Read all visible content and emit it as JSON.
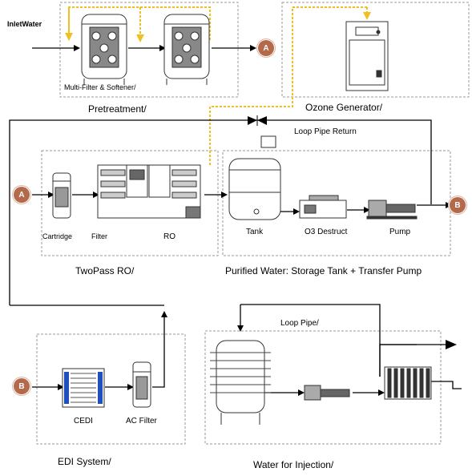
{
  "inlet_label": "InletWater",
  "pretreatment": {
    "caption": "Pretreatment/",
    "equipment_label": "Multi-Filter & Softener/"
  },
  "ozone": {
    "caption": "Ozone  Generator/"
  },
  "loop_return_label": "Loop Pipe Return",
  "two_pass_ro": {
    "caption": "TwoPass  RO/",
    "labels": {
      "cartridge": "Cartridge",
      "filter": "Filter",
      "ro": "RO"
    }
  },
  "purified_water": {
    "caption": "Purified Water: Storage Tank + Transfer Pump",
    "labels": {
      "tank": "Tank",
      "o3_destruct": "O3 Destruct",
      "pump": "Pump"
    }
  },
  "loop_pipe_label": "Loop Pipe/",
  "edi": {
    "caption": "EDI System/",
    "labels": {
      "cedi": "CEDI",
      "ac_filter": "AC Filter"
    }
  },
  "wfi": {
    "caption": "Water for Injection/"
  },
  "connectors": {
    "a": "A",
    "b": "B"
  },
  "colors": {
    "flow_line": "#000000",
    "ozone_line": "#f0c020",
    "section_border": "#999999",
    "badge": "#b46a4a",
    "equipment": "#333333"
  }
}
